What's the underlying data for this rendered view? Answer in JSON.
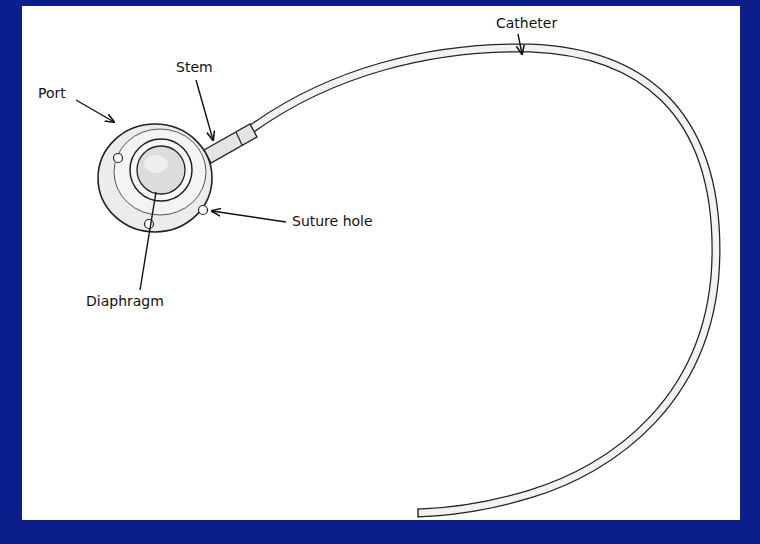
{
  "diagram": {
    "labels": [
      "Catheter",
      "Stem",
      "Port",
      "Suture hole",
      "Diaphragm"
    ]
  }
}
